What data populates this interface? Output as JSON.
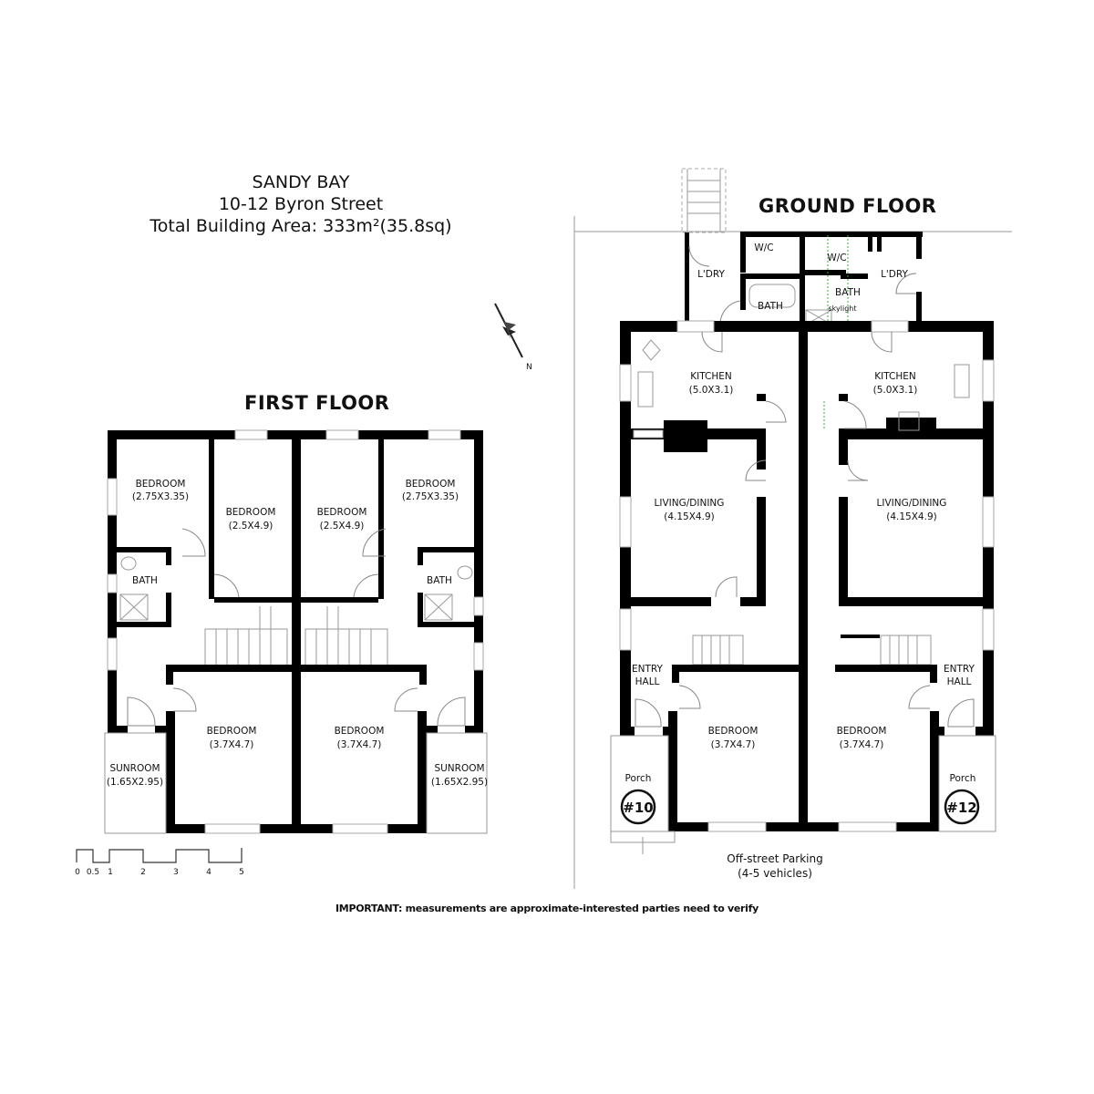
{
  "header": {
    "suburb": "SANDY BAY",
    "address": "10-12 Byron Street",
    "total_area": "Total Building Area: 333m²(35.8sq)"
  },
  "first_floor": {
    "title": "FIRST FLOOR",
    "rooms": [
      {
        "name": "BEDROOM",
        "dims": "(2.75X3.35)"
      },
      {
        "name": "BEDROOM",
        "dims": "(2.5X4.9)"
      },
      {
        "name": "BEDROOM",
        "dims": "(2.5X4.9)"
      },
      {
        "name": "BEDROOM",
        "dims": "(2.75X3.35)"
      },
      {
        "name": "BATH",
        "dims": ""
      },
      {
        "name": "BATH",
        "dims": ""
      },
      {
        "name": "BEDROOM",
        "dims": "(3.7X4.7)"
      },
      {
        "name": "BEDROOM",
        "dims": "(3.7X4.7)"
      },
      {
        "name": "SUNROOM",
        "dims": "(1.65X2.95)"
      },
      {
        "name": "SUNROOM",
        "dims": "(1.65X2.95)"
      }
    ]
  },
  "ground_floor": {
    "title": "GROUND FLOOR",
    "rooms": [
      {
        "name": "L'DRY",
        "dims": ""
      },
      {
        "name": "W/C",
        "dims": ""
      },
      {
        "name": "BATH",
        "dims": ""
      },
      {
        "name": "W/C",
        "dims": ""
      },
      {
        "name": "BATH",
        "dims": ""
      },
      {
        "name": "skylight",
        "dims": ""
      },
      {
        "name": "L'DRY",
        "dims": ""
      },
      {
        "name": "KITCHEN",
        "dims": "(5.0X3.1)"
      },
      {
        "name": "KITCHEN",
        "dims": "(5.0X3.1)"
      },
      {
        "name": "LIVING/DINING",
        "dims": "(4.15X4.9)"
      },
      {
        "name": "LIVING/DINING",
        "dims": "(4.15X4.9)"
      },
      {
        "name": "ENTRY",
        "dims": "HALL"
      },
      {
        "name": "ENTRY",
        "dims": "HALL"
      },
      {
        "name": "BEDROOM",
        "dims": "(3.7X4.7)"
      },
      {
        "name": "BEDROOM",
        "dims": "(3.7X4.7)"
      },
      {
        "name": "Porch",
        "dims": ""
      },
      {
        "name": "Porch",
        "dims": ""
      }
    ],
    "unit_badges": [
      "#10",
      "#12"
    ],
    "parking_line1": "Off-street Parking",
    "parking_line2": "(4-5 vehicles)"
  },
  "scale_bar": {
    "ticks": [
      "0",
      "0.5",
      "1",
      "2",
      "3",
      "4",
      "5"
    ]
  },
  "compass": {
    "label": "N",
    "icon": "north-arrow-icon"
  },
  "footer": {
    "note": "IMPORTANT: measurements are approximate-interested parties need to verify"
  }
}
